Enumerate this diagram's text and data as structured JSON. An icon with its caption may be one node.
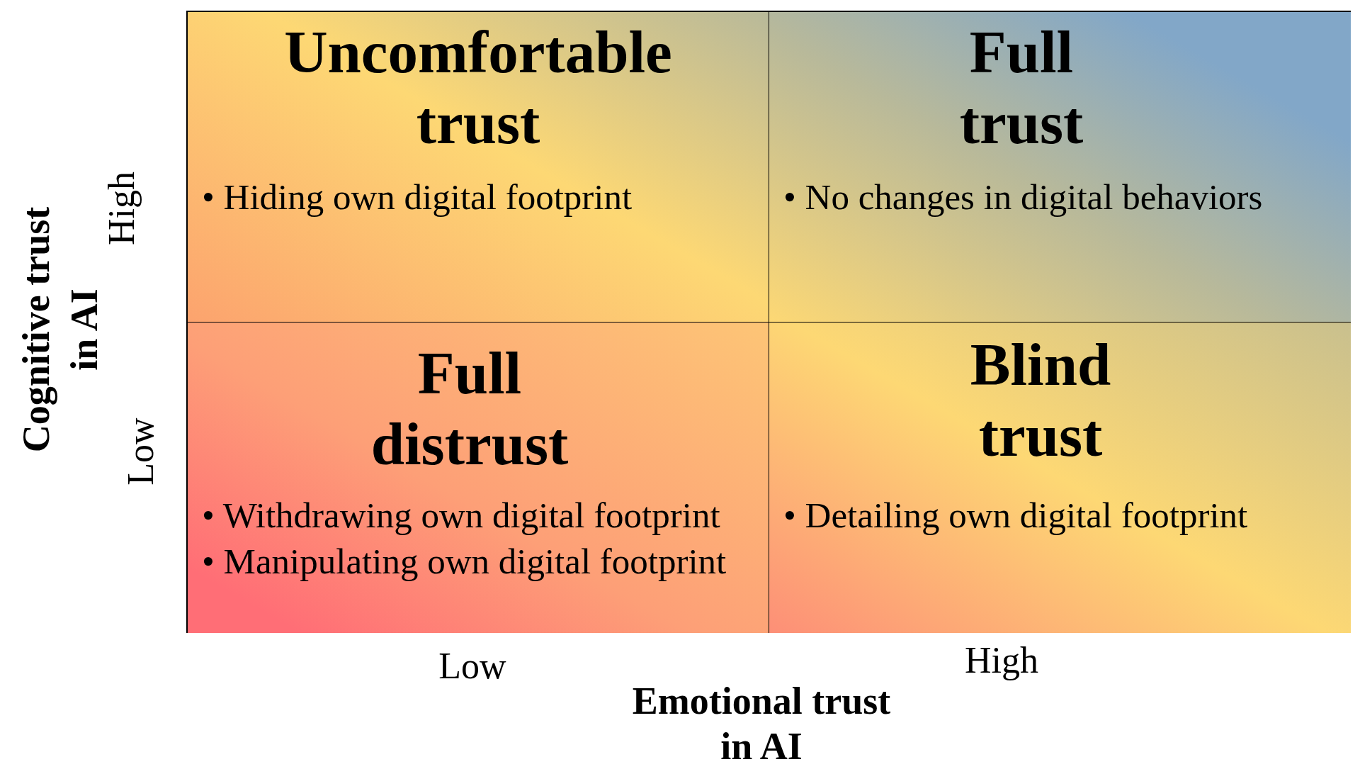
{
  "diagram": {
    "nodes": [
      {
        "text": [
          "Uncomfortable trust",
          "• Hiding own digital footprint"
        ]
      },
      {
        "text": [
          "Full trust",
          "• No changes in digital behaviors"
        ]
      },
      {
        "text": [
          "Full distrust",
          "• Withdrawing own digital footprint",
          "• Manipulating own digital footprint"
        ]
      },
      {
        "text": [
          "Blind trust",
          "• Detailing own digital footprint"
        ]
      }
    ],
    "labels": [
      "Cognitive trust in AI",
      "High",
      "Low",
      "Low",
      "High",
      "Emotional trust in AI"
    ]
  }
}
